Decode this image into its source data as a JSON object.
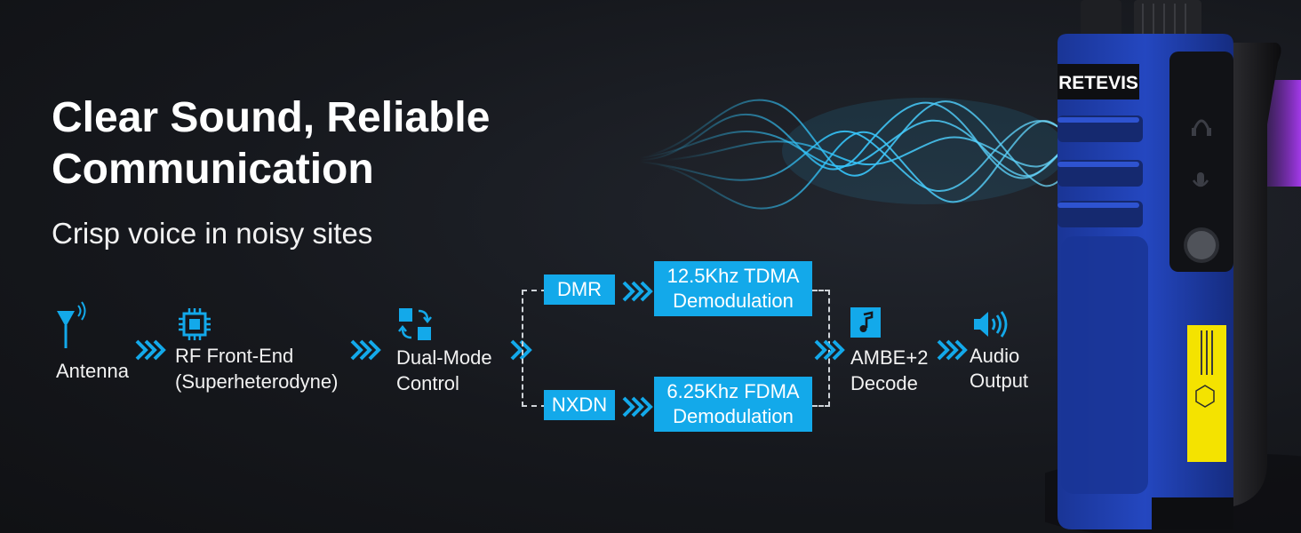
{
  "header": {
    "title": "Clear Sound, Reliable Communication",
    "subtitle": "Crisp voice in noisy sites"
  },
  "flow": {
    "antenna": {
      "label": "Antenna",
      "icon": "antenna-icon"
    },
    "rf_front_end": {
      "label_line1": "RF Front-End",
      "label_line2": "(Superheterodyne)",
      "icon": "chip-icon"
    },
    "dual_mode": {
      "label_line1": "Dual-Mode",
      "label_line2": "Control",
      "icon": "switch-mode-icon"
    },
    "dmr": {
      "label": "DMR"
    },
    "dmr_demod": {
      "line1": "12.5Khz TDMA",
      "line2": "Demodulation"
    },
    "nxdn": {
      "label": "NXDN"
    },
    "nxdn_demod": {
      "line1": "6.25Khz FDMA",
      "line2": "Demodulation"
    },
    "ambe": {
      "label_line1": "AMBE+2",
      "label_line2": "Decode",
      "icon": "music-note-icon"
    },
    "audio": {
      "label_line1": "Audio",
      "label_line2": "Output",
      "icon": "speaker-icon"
    }
  },
  "product": {
    "brand": "RETEVIS",
    "body_color": "#1f3fae",
    "accent_color": "#13a9ea"
  }
}
